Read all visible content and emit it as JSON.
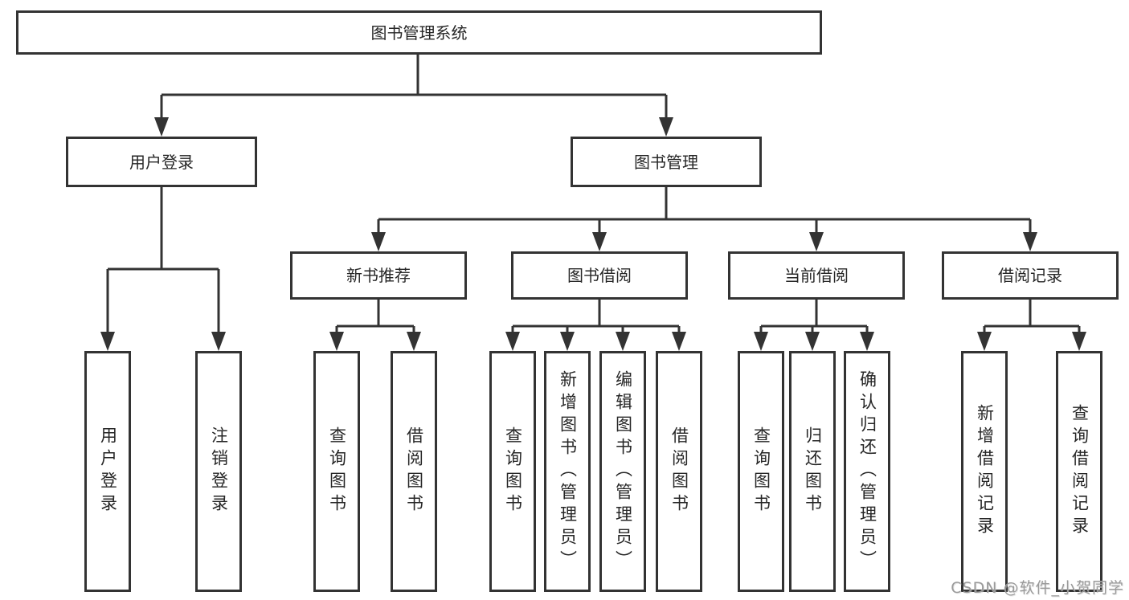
{
  "diagram": {
    "root": {
      "label": "图书管理系统"
    },
    "level2": [
      {
        "id": "user-login",
        "label": "用户登录"
      },
      {
        "id": "book-management",
        "label": "图书管理"
      }
    ],
    "level3": [
      {
        "id": "new-book-recommend",
        "label": "新书推荐",
        "parent": "图书管理"
      },
      {
        "id": "book-borrowing",
        "label": "图书借阅",
        "parent": "图书管理"
      },
      {
        "id": "current-borrowing",
        "label": "当前借阅",
        "parent": "图书管理"
      },
      {
        "id": "borrowing-records",
        "label": "借阅记录",
        "parent": "图书管理"
      }
    ],
    "leaves": [
      {
        "label": "用户登录",
        "parent": "用户登录"
      },
      {
        "label": "注销登录",
        "parent": "用户登录"
      },
      {
        "label": "查询图书",
        "parent": "新书推荐"
      },
      {
        "label": "借阅图书",
        "parent": "新书推荐"
      },
      {
        "label": "查询图书",
        "parent": "图书借阅"
      },
      {
        "label": "新增图书（管理员）",
        "parent": "图书借阅"
      },
      {
        "label": "编辑图书（管理员）",
        "parent": "图书借阅"
      },
      {
        "label": "借阅图书",
        "parent": "图书借阅"
      },
      {
        "label": "查询图书",
        "parent": "当前借阅"
      },
      {
        "label": "归还图书",
        "parent": "当前借阅"
      },
      {
        "label": "确认归还（管理员）",
        "parent": "当前借阅"
      },
      {
        "label": "新增借阅记录",
        "parent": "借阅记录"
      },
      {
        "label": "查询借阅记录",
        "parent": "借阅记录"
      }
    ]
  },
  "watermark": {
    "text": "CSDN @软件_小贺同学"
  },
  "colors": {
    "line": "#333333",
    "text": "#262626",
    "watermark": "#9a9a9a",
    "background": "#ffffff"
  }
}
